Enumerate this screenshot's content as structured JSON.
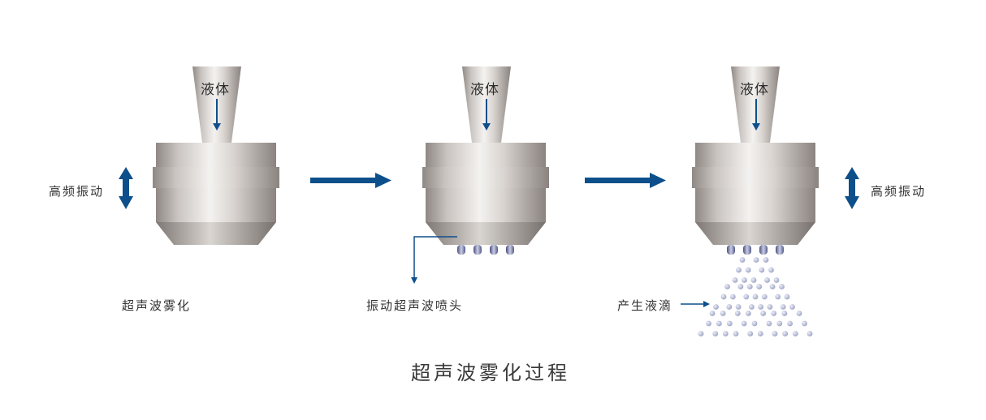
{
  "stages": [
    {
      "liquid_label": "液体",
      "caption": "超声波雾化",
      "vibration_label": "高频振动"
    },
    {
      "liquid_label": "液体",
      "caption": "振动超声波喷头"
    },
    {
      "liquid_label": "液体",
      "caption": "产生液滴",
      "vibration_label": "高频振动"
    }
  ],
  "title": "超声波雾化过程",
  "colors": {
    "arrow": "#0d4f8b",
    "metal": "#b8b2ad",
    "droplet": "#b9bfd8"
  }
}
